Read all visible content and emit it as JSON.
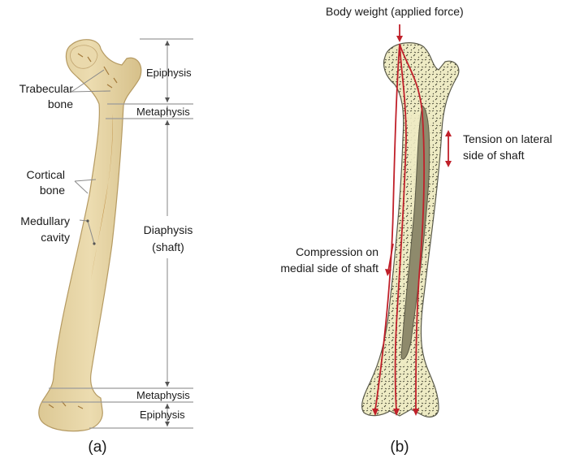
{
  "panel_a": {
    "caption": "(a)",
    "labels": {
      "trabecular_1": "Trabecular",
      "trabecular_2": "bone",
      "cortical_1": "Cortical",
      "cortical_2": "bone",
      "medullary_1": "Medullary",
      "medullary_2": "cavity",
      "epiphysis_top": "Epiphysis",
      "metaphysis_top": "Metaphysis",
      "diaphysis_1": "Diaphysis",
      "diaphysis_2": "(shaft)",
      "metaphysis_bottom": "Metaphysis",
      "epiphysis_bottom": "Epiphysis"
    }
  },
  "panel_b": {
    "caption": "(b)",
    "labels": {
      "body_weight": "Body weight (applied force)",
      "tension_1": "Tension on lateral",
      "tension_2": "side of shaft",
      "compression_1": "Compression on",
      "compression_2": "medial side of shaft"
    }
  },
  "colors": {
    "bone_fill": "#e3d2a4",
    "bone_stroke": "#b59a62",
    "cavity": "#b9812f",
    "line_gray": "#9a9a9a",
    "force_red": "#c0202a",
    "diagram_bone": "#eeebc4",
    "diagram_cavity": "#8e8a6c"
  }
}
